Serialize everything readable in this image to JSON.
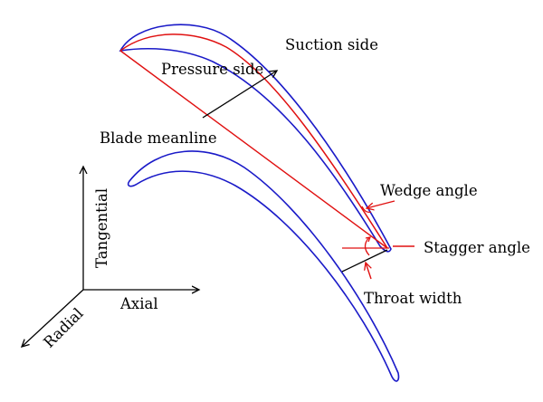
{
  "labels": {
    "suction_side": "Suction side",
    "pressure_side": "Pressure side",
    "blade_meanline": "Blade meanline",
    "wedge_angle": "Wedge angle",
    "stagger_angle": "Stagger angle",
    "throat_width": "Throat width",
    "tangential": "Tangential",
    "axial": "Axial",
    "radial": "Radial"
  },
  "colors": {
    "blade_outline": "#1a1ac8",
    "meanline": "#e01010",
    "annotation": "#e01010",
    "arrow": "#000000"
  }
}
